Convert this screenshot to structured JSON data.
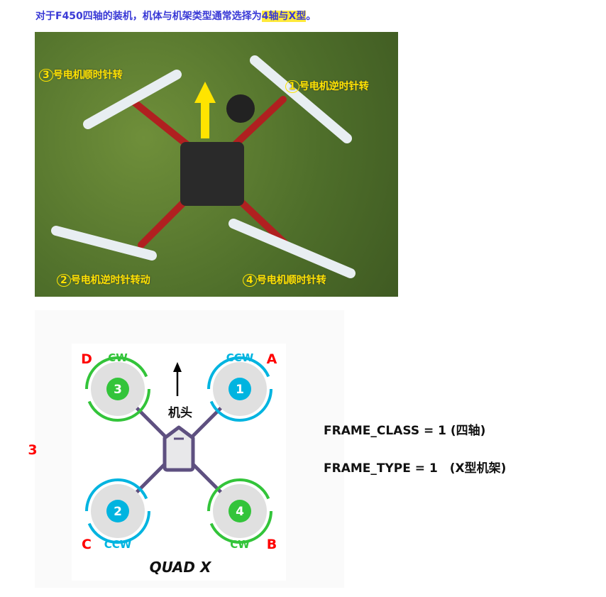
{
  "intro": {
    "text": "对于F450四轴的装机，机体与机架类型通常选择为",
    "highlight": "4轴与X型",
    "end": "。"
  },
  "photo": {
    "labels": [
      {
        "num": "3",
        "text": "号电机顺时针转"
      },
      {
        "num": "1",
        "text": "号电机逆时针转"
      },
      {
        "num": "2",
        "text": "号电机逆时针转动"
      },
      {
        "num": "4",
        "text": "号电机顺时针转"
      }
    ]
  },
  "diagram": {
    "title": "QUAD X",
    "head": "机头",
    "stray": "3",
    "motors": [
      {
        "num": "3",
        "dir": "CW",
        "letter": "D"
      },
      {
        "num": "1",
        "dir": "CCW",
        "letter": "A"
      },
      {
        "num": "2",
        "dir": "CCW",
        "letter": "C"
      },
      {
        "num": "4",
        "dir": "CW",
        "letter": "B"
      }
    ],
    "colors": {
      "cw": "#33c43a",
      "ccw": "#00b4e0",
      "letter": "#ff0000",
      "frame": "#5e5080"
    }
  },
  "params": {
    "frame_class": "FRAME_CLASS = 1 (四轴)",
    "frame_type": "FRAME_TYPE = 1　(X型机架)"
  }
}
